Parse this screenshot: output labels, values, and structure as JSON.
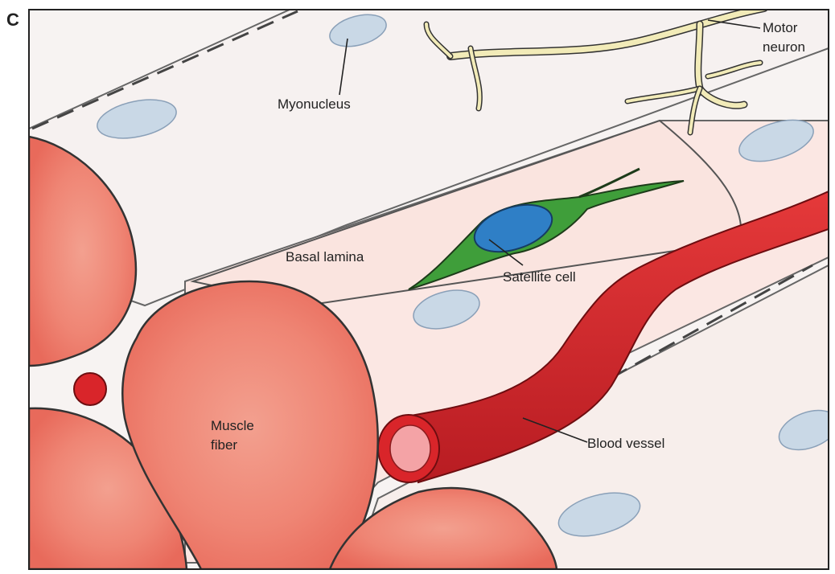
{
  "panel_letter": "C",
  "labels": {
    "myonucleus": "Myonucleus",
    "motor_neuron_line1": "Motor",
    "motor_neuron_line2": "neuron",
    "basal_lamina": "Basal lamina",
    "satellite_cell": "Satellite cell",
    "muscle_fiber_line1": "Muscle",
    "muscle_fiber_line2": "fiber",
    "blood_vessel": "Blood vessel"
  },
  "colors": {
    "muscle_fiber_section": "#f08572",
    "muscle_fiber_dark": "#e05a4e",
    "fiber_surface": "#fbeeea",
    "fiber_surface_pale": "#f7f3f2",
    "blood_vessel": "#d9252a",
    "blood_vessel_lumen": "#f4a3a6",
    "satellite_cell_body": "#3f9e3a",
    "satellite_cell_nucleus": "#2f7fc6",
    "myonucleus": "#c9d8e6",
    "motor_neuron": "#f2ebb8",
    "outline": "#333333"
  }
}
